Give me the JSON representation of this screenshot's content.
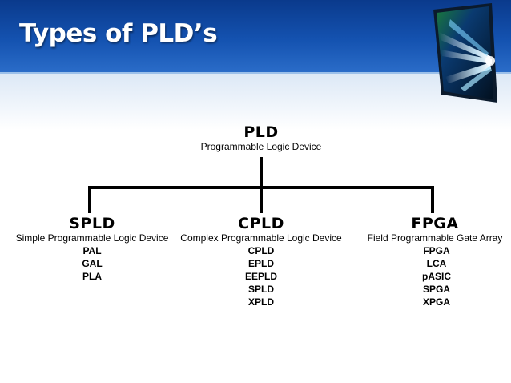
{
  "slide": {
    "title": "Types of PLD’s"
  },
  "diagram": {
    "root": {
      "name": "PLD",
      "description": "Programmable Logic Device"
    },
    "children": [
      {
        "name": "SPLD",
        "description": "Simple Programmable Logic Device",
        "items": [
          "PAL",
          "GAL",
          "PLA"
        ]
      },
      {
        "name": "CPLD",
        "description": "Complex Programmable Logic Device",
        "items": [
          "CPLD",
          "EPLD",
          "EEPLD",
          "SPLD",
          "XPLD"
        ]
      },
      {
        "name": "FPGA",
        "description": "Field Programmable Gate Array",
        "items": [
          "FPGA",
          "LCA",
          "pASIC",
          "SPGA",
          "XPGA"
        ]
      }
    ]
  },
  "colors": {
    "header": "#1452b0",
    "connector": "#000000"
  },
  "icons": {
    "decoration": "light-streak-cube-icon"
  }
}
